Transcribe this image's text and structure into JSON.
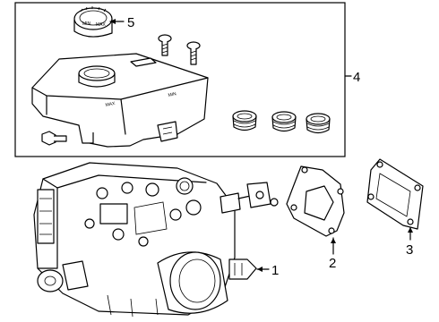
{
  "callouts": {
    "c1": "1",
    "c2": "2",
    "c3": "3",
    "c4": "4",
    "c5": "5"
  },
  "cap_text": {
    "min": "MIN",
    "max": "MAX"
  },
  "reservoir_text": {
    "max": "MAX",
    "min": "MIN"
  }
}
